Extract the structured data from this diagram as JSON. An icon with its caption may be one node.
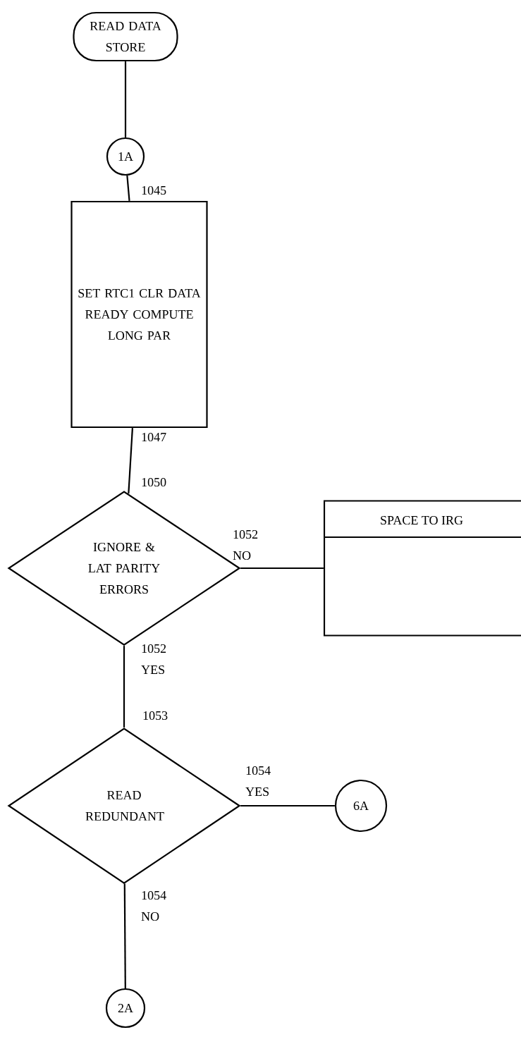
{
  "diagram": {
    "nodes": [
      {
        "text": [
          "READ DATA STORE"
        ]
      },
      {
        "text": [
          "1A"
        ]
      },
      {
        "text": [
          "SET RTC1 CLR DATA READY COMPUTE LONG PAR"
        ],
        "beside": [
          "1045",
          "1047"
        ]
      },
      {
        "text": [
          "IGNORE & LAT PARITY ERRORS"
        ],
        "beside": [
          "1050"
        ]
      },
      {
        "text": [
          "SPACE TO IRG"
        ]
      },
      {
        "text": [
          "READ REDUNDANT"
        ],
        "beside": [
          "1053"
        ]
      },
      {
        "text": [
          "6A"
        ]
      },
      {
        "text": [
          "2A"
        ]
      }
    ],
    "edges": [
      {
        "from": 0,
        "to": 1,
        "arrow": "none"
      },
      {
        "from": 1,
        "to": 2,
        "arrow": "none"
      },
      {
        "from": 2,
        "to": 3,
        "arrow": "none"
      },
      {
        "from": 3,
        "to": 4,
        "arrow": "none",
        "label": "1052 NO"
      },
      {
        "from": 3,
        "to": 5,
        "arrow": "none",
        "label": "1052 YES"
      },
      {
        "from": 5,
        "to": 6,
        "arrow": "none",
        "label": "1054 YES"
      },
      {
        "from": 5,
        "to": 7,
        "arrow": "none",
        "label": "1054 NO"
      }
    ]
  }
}
